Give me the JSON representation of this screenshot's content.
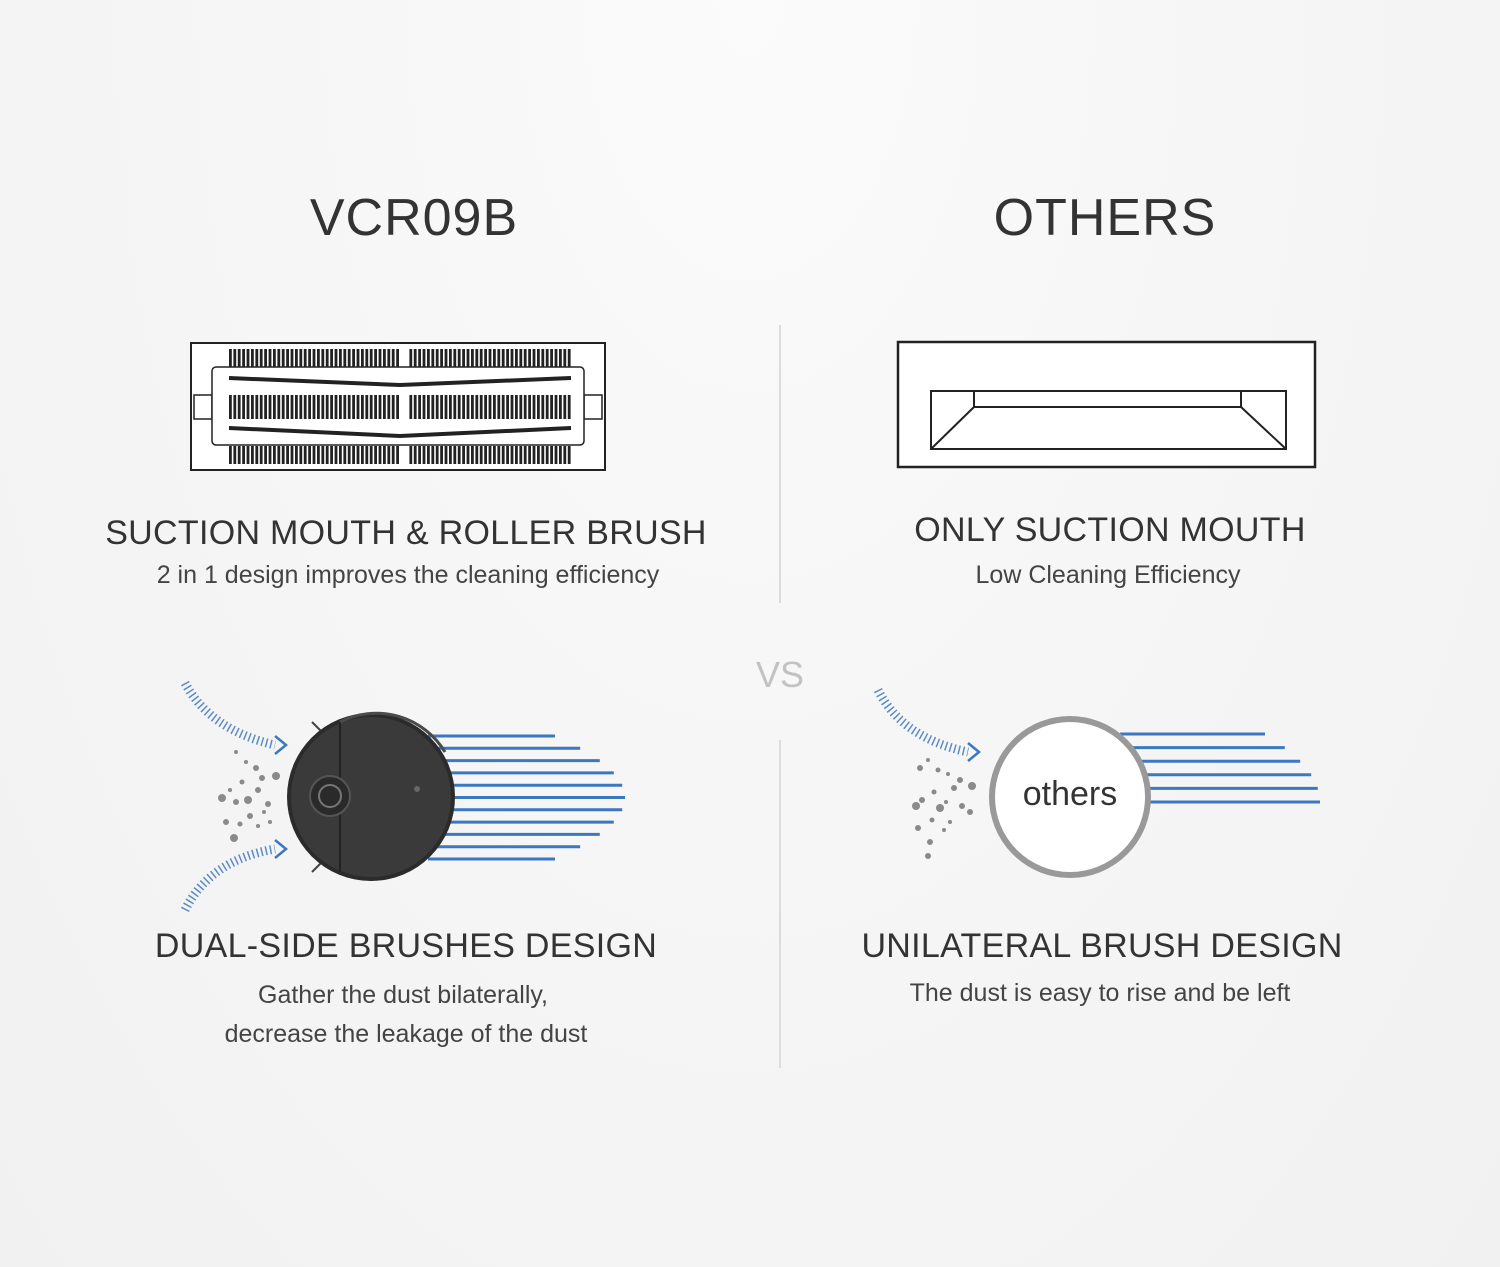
{
  "left": {
    "heading": "VCR09B",
    "feature1": {
      "title": "SUCTION MOUTH & ROLLER BRUSH",
      "desc": "2 in 1 design improves the cleaning efficiency"
    },
    "feature2": {
      "title": "DUAL-SIDE BRUSHES DESIGN",
      "desc_line1": "Gather the dust bilaterally,",
      "desc_line2": "decrease the leakage of the dust"
    }
  },
  "right": {
    "heading": "OTHERS",
    "feature1": {
      "title": "ONLY SUCTION MOUTH",
      "desc": "Low Cleaning Efficiency"
    },
    "feature2": {
      "title": "UNILATERAL BRUSH DESIGN",
      "desc": "The dust is easy to rise and be left"
    },
    "robot_label": "others"
  },
  "vs_label": "VS",
  "colors": {
    "accent_blue": "#3c78c0",
    "text": "#333333",
    "divider": "#dcdcdc",
    "vs": "#c2c2c2"
  },
  "icons": [
    "roller-brush-diagram",
    "suction-mouth-diagram",
    "robot-vacuum-dual-brush",
    "robot-vacuum-unilateral-brush"
  ]
}
